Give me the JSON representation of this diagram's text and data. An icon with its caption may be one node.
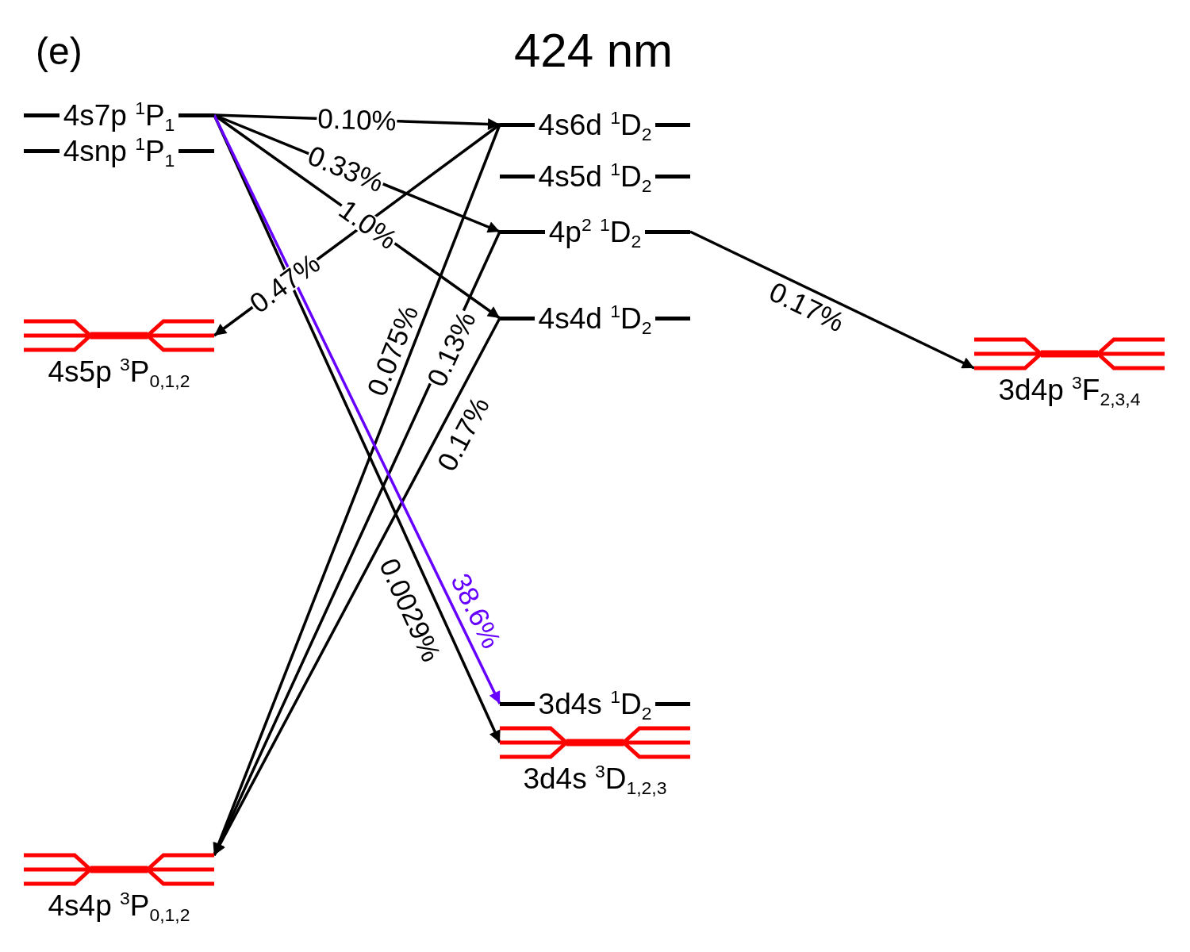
{
  "diagram": {
    "title": "424 nm",
    "nodes": [
      {
        "text": [
          "4s7p $^{1}$P$_{1}$"
        ]
      },
      {
        "text": [
          "4snp $^{1}$P$_{1}$"
        ]
      },
      {
        "text": [
          "4s6d $^{1}$D$_{2}$"
        ]
      },
      {
        "text": [
          "4s5d $^{1}$D$_{2}$"
        ]
      },
      {
        "text": [
          "4p$^{2}$ $^{1}$D$_{2}$"
        ]
      },
      {
        "text": [
          "4s4d $^{1}$D$_{2}$"
        ]
      },
      {
        "text": [
          "4s5p $^{3}$P$_{0,1,2}$"
        ]
      },
      {
        "text": [
          "3d4p $^{3}$F$_{2,3,4}$"
        ]
      },
      {
        "text": [
          "3d4s $^{1}$D$_{2}$"
        ]
      },
      {
        "text": [
          "3d4s $^{3}$D$_{1,2,3}$"
        ]
      },
      {
        "text": [
          "4s4p $^{3}$P$_{0,1,2}$"
        ]
      }
    ],
    "edges": [
      {
        "from": 0,
        "to": 2,
        "arrow": "to",
        "label": "0.10%"
      },
      {
        "from": 0,
        "to": 4,
        "arrow": "to",
        "label": "0.33%"
      },
      {
        "from": 0,
        "to": 5,
        "arrow": "to",
        "label": "1.0%"
      },
      {
        "from": 0,
        "to": 8,
        "arrow": "to",
        "label": "38.6%",
        "color": "#6600ff"
      },
      {
        "from": 0,
        "to": 9,
        "arrow": "to",
        "label": "0.0029%"
      },
      {
        "from": 2,
        "to": 6,
        "arrow": "to",
        "label": "0.47%"
      },
      {
        "from": 2,
        "to": 10,
        "arrow": "to",
        "label": "0.075%"
      },
      {
        "from": 4,
        "to": 10,
        "arrow": "to",
        "label": "0.13%"
      },
      {
        "from": 5,
        "to": 10,
        "arrow": "to",
        "label": "0.17%"
      },
      {
        "from": 4,
        "to": 7,
        "arrow": "to",
        "label": "0.17%"
      }
    ],
    "labels": [
      "(e)"
    ]
  }
}
